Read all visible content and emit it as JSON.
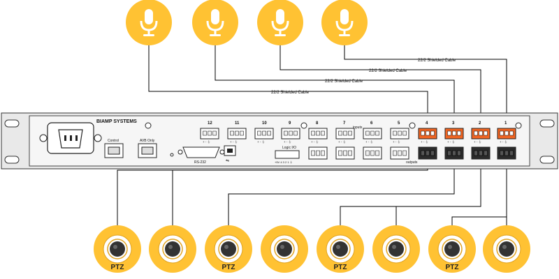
{
  "device": {
    "brand": "BIAMP SYSTEMS",
    "control_label": "Control",
    "avb_label": "AVB Only",
    "rs232_label": "RS-232",
    "logic_label": "Logic I/O",
    "logic_pins": "+5V 4  3  2  1  ⏚",
    "inputs_label": "inputs",
    "outputs_label": "outputs",
    "pin_label": "+  -  ⏚",
    "channels": [
      "12",
      "11",
      "10",
      "9",
      "8",
      "7",
      "6",
      "5",
      "4",
      "3",
      "2",
      "1"
    ]
  },
  "cables": [
    {
      "label": "22/2 Shielded Cable"
    },
    {
      "label": "22/2 Shielded Cable"
    },
    {
      "label": "22/2 Shielded Cable"
    },
    {
      "label": "22/2 Shielded Cable"
    }
  ],
  "microphones": [
    {
      "icon": "microphone-icon",
      "color": "#FFC233"
    },
    {
      "icon": "microphone-icon",
      "color": "#FFC233"
    },
    {
      "icon": "microphone-icon",
      "color": "#FFC233"
    },
    {
      "icon": "microphone-icon",
      "color": "#FFC233"
    }
  ],
  "cameras": [
    {
      "label": "PTZ"
    },
    {
      "label": ""
    },
    {
      "label": "PTZ"
    },
    {
      "label": ""
    },
    {
      "label": "PTZ"
    },
    {
      "label": ""
    },
    {
      "label": "PTZ"
    },
    {
      "label": ""
    }
  ],
  "colors": {
    "icon_yellow": "#FFC233",
    "active_input": "#F26522",
    "output_block": "#2b2b2b",
    "chassis": "#f4f4f4"
  }
}
